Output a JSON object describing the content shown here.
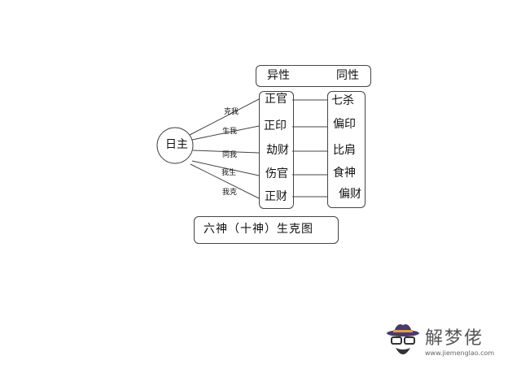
{
  "header": {
    "opposite_sex": "异性",
    "same_sex": "同性"
  },
  "center": "日主",
  "relations": [
    "克我",
    "生我",
    "同我",
    "我生",
    "我克"
  ],
  "left_column": [
    "正官",
    "正印",
    "劫财",
    "伤官",
    "正财"
  ],
  "right_column": [
    "七杀",
    "偏印",
    "比肩",
    "食神",
    "偏财"
  ],
  "caption": "六神（十神）生克图",
  "watermark": {
    "name": "解梦佬",
    "url": "www.jiemenglao.com"
  }
}
